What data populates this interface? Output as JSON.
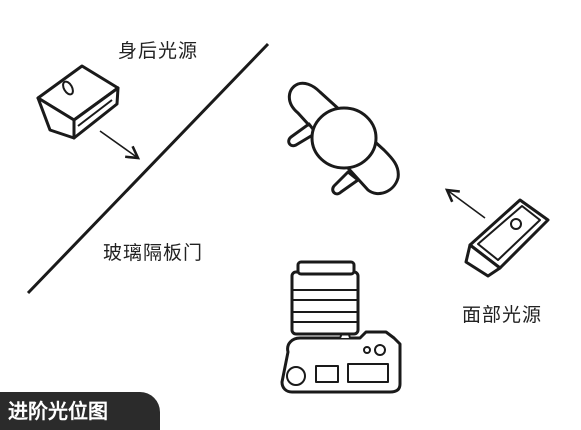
{
  "labels": {
    "back_light": "身后光源",
    "glass_partition": "玻璃隔板门",
    "face_light": "面部光源"
  },
  "title_badge": "进阶光位图",
  "colors": {
    "line": "#1a1a1a",
    "badge_bg": "#2b2b2b",
    "badge_text": "#ffffff",
    "fill": "#ffffff"
  },
  "icons": [
    "softbox-icon",
    "person-top-view-icon",
    "camera-icon",
    "arrow-icon"
  ]
}
